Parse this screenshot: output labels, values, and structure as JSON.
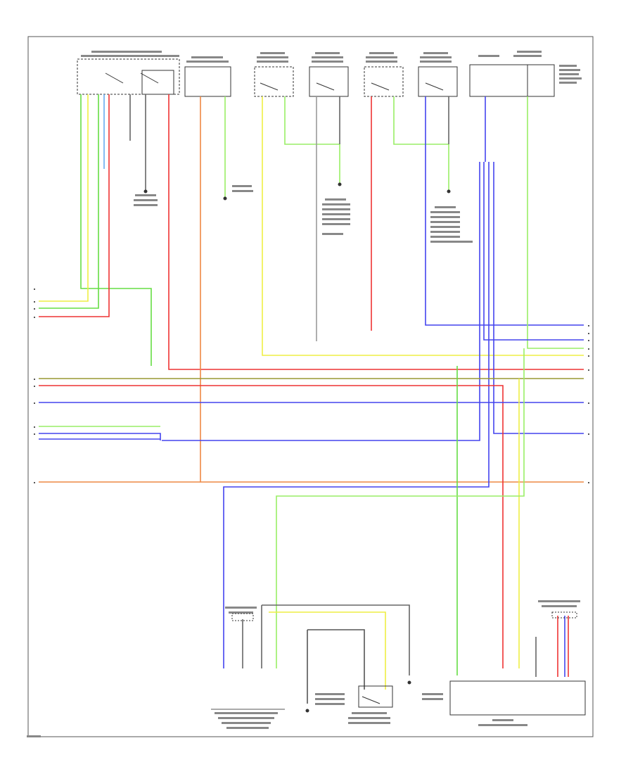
{
  "page": {
    "footer_label": ""
  },
  "colors": {
    "green": "#66dd44",
    "yellow": "#eeee44",
    "red": "#ee3333",
    "blue": "#4444ee",
    "orange": "#ee8844",
    "olive": "#999933",
    "lightblue": "#66aaee",
    "lightgreen": "#99ee66",
    "gray": "#666666"
  },
  "components": {
    "top": [
      {
        "id": "mirror-switch",
        "label": ""
      },
      {
        "id": "fuse-block",
        "label": ""
      },
      {
        "id": "lf-door-switch",
        "label": ""
      },
      {
        "id": "rf-door-switch",
        "label": ""
      },
      {
        "id": "lr-door-switch",
        "label": ""
      },
      {
        "id": "rr-door-switch",
        "label": ""
      },
      {
        "id": "control-module",
        "label": ""
      }
    ],
    "bottom": [
      {
        "id": "lamp-left",
        "label": ""
      },
      {
        "id": "lamp-switch",
        "label": ""
      },
      {
        "id": "rear-module",
        "label": ""
      }
    ]
  },
  "wires": {
    "left_labels": [
      "",
      "",
      "",
      "",
      "",
      "",
      "",
      "",
      "",
      ""
    ],
    "right_labels": [
      "",
      "",
      "",
      "",
      "",
      "",
      "",
      "",
      "",
      ""
    ]
  }
}
